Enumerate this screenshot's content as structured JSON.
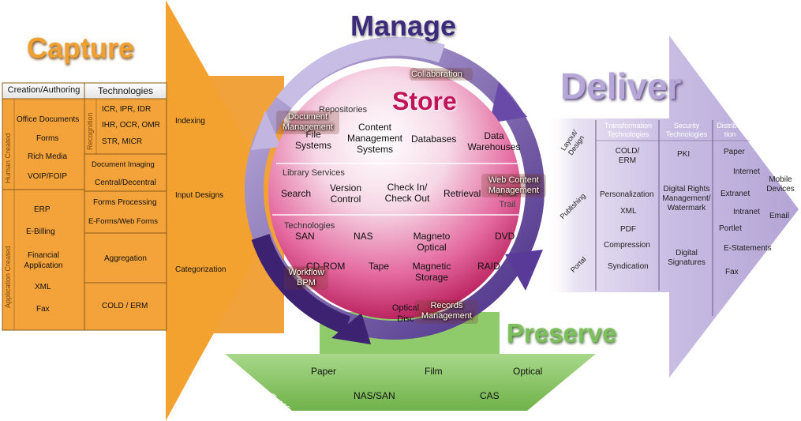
{
  "titles": {
    "capture": "Capture",
    "manage": "Manage",
    "store": "Store",
    "deliver": "Deliver",
    "preserve": "Preserve"
  },
  "capture": {
    "header_left": "Creation/Authoring",
    "header_right": "Technologies",
    "group_human": "Human Created",
    "group_app": "Application Created",
    "group_recognition": "Recognition",
    "human_items": [
      "Office Documents",
      "Forms",
      "Rich Media",
      "VOIP/FOIP"
    ],
    "app_items": [
      "ERP",
      "E-Billing",
      "Financial Application",
      "XML",
      "Fax"
    ],
    "recognition_items": [
      "ICR, IPR, IDR",
      "IHR, OCR, OMR",
      "STR, MICR"
    ],
    "tech_items": [
      "Document Imaging",
      "Central/Decentral",
      "Forms Processing",
      "E-Forms/Web Forms",
      "Aggregation",
      "COLD / ERM"
    ],
    "arrow_items": [
      "Indexing",
      "Input Designs",
      "Categorization"
    ]
  },
  "manage": {
    "collaboration": "Collaboration",
    "document_management": "Document Management",
    "web_content_management": "Web Content Management",
    "workflow_bpm": "Workflow BPM",
    "records_management": "Records Management"
  },
  "store": {
    "repositories": "Repositories",
    "repo_items": [
      "File Systems",
      "Content Management Systems",
      "Databases",
      "Data Warehouses"
    ],
    "library_services": "Library Services",
    "library_items": [
      "Search",
      "Version Control",
      "Check In/ Check Out",
      "Retrieval",
      "Audit Trail"
    ],
    "technologies": "Technologies",
    "tech_items": [
      "SAN",
      "NAS",
      "Magneto Optical",
      "DVD",
      "CD-ROM",
      "Tape",
      "Magnetic Storage",
      "RAID",
      "Optical Disc"
    ]
  },
  "deliver": {
    "side_labels": [
      "Layout/ Design",
      "Publishing",
      "Portal"
    ],
    "col_headers": [
      "Transformation Technologies",
      "Security Technologies",
      "Distribu- tion"
    ],
    "transformation": [
      "COLD/ ERM",
      "Personalization",
      "XML",
      "PDF",
      "Compression",
      "Syndication"
    ],
    "security": [
      "PKI",
      "Digital Rights Management/ Watermark",
      "Digital Signatures"
    ],
    "distribution": [
      "Paper",
      "Internet",
      "Mobile Devices",
      "Extranet",
      "Intranet",
      "Email",
      "Portlet",
      "E-Statements",
      "Fax"
    ]
  },
  "preserve": {
    "archive_types": "Archive Types",
    "items": [
      "Paper",
      "Film",
      "Optical",
      "NAS/SAN",
      "CAS"
    ]
  },
  "colors": {
    "capture_orange": "#f2a23a",
    "manage_purple": "#3f2a78",
    "store_magenta": "#c0145a",
    "deliver_lavender": "#b9aad8",
    "preserve_green": "#7dbf5a"
  }
}
